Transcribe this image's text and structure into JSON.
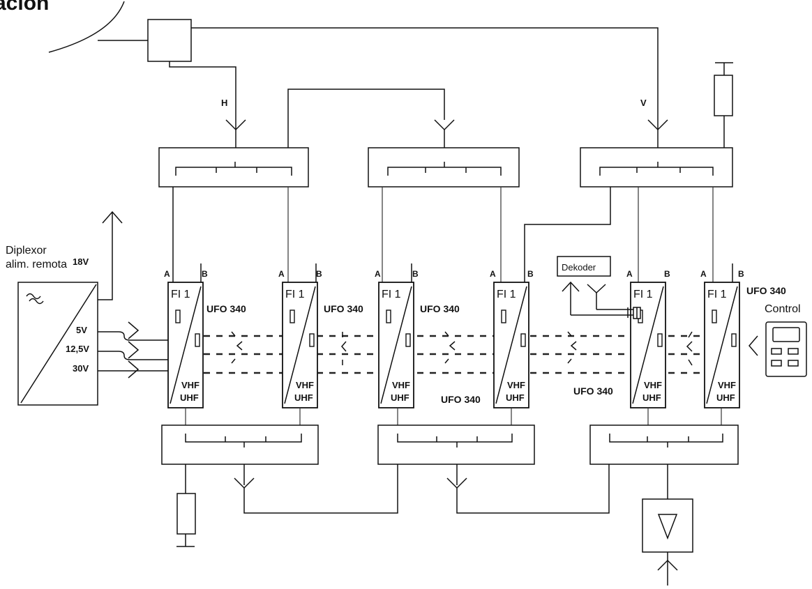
{
  "heading_fragment": "ación",
  "labels": {
    "pol_h": "H",
    "pol_v": "V",
    "diplexor_line1": "Diplexor",
    "diplexor_line2": "alim. remota",
    "v18": "18V",
    "v5": "5V",
    "v12": "12,5V",
    "v30": "30V",
    "dekoder": "Dekoder",
    "control": "Control"
  },
  "modules": [
    {
      "port_a": "A",
      "port_b": "B",
      "top": "FI 1",
      "band1": "VHF",
      "band2": "UHF"
    },
    {
      "port_a": "A",
      "port_b": "B",
      "top": "FI 1",
      "band1": "VHF",
      "band2": "UHF"
    },
    {
      "port_a": "A",
      "port_b": "B",
      "top": "FI 1",
      "band1": "VHF",
      "band2": "UHF"
    },
    {
      "port_a": "A",
      "port_b": "B",
      "top": "FI 1",
      "band1": "VHF",
      "band2": "UHF"
    },
    {
      "port_a": "A",
      "port_b": "B",
      "top": "FI 1",
      "band1": "VHF",
      "band2": "UHF"
    },
    {
      "port_a": "A",
      "port_b": "B",
      "top": "FI 1",
      "band1": "VHF",
      "band2": "UHF"
    }
  ],
  "ufo_labels": [
    "UFO 340",
    "UFO 340",
    "UFO 340",
    "UFO 340",
    "UFO 340",
    "UFO 340"
  ]
}
